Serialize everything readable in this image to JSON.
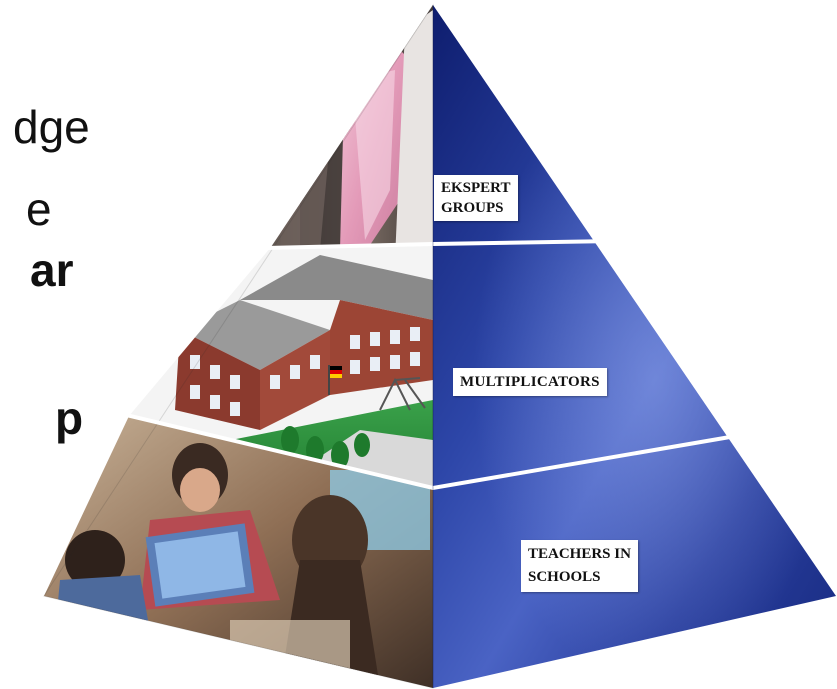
{
  "background_text": {
    "fragments": [
      {
        "text": "dge",
        "bold": false
      },
      {
        "text": "e",
        "bold": false
      },
      {
        "text": "ar",
        "bold": true
      },
      {
        "text": "p",
        "bold": true
      }
    ]
  },
  "pyramid": {
    "tiers": [
      {
        "label": "EKSPERT\nGROUPS",
        "image": "business-tie-photo"
      },
      {
        "label": "MULTIPLICATORS",
        "image": "school-building-illustration"
      },
      {
        "label": "TEACHERS IN\nSCHOOLS",
        "image": "students-classroom-photo"
      }
    ],
    "colors": {
      "right_face": "#1c2f8c",
      "right_face_light": "#4a63c4",
      "divider": "#ffffff"
    }
  }
}
